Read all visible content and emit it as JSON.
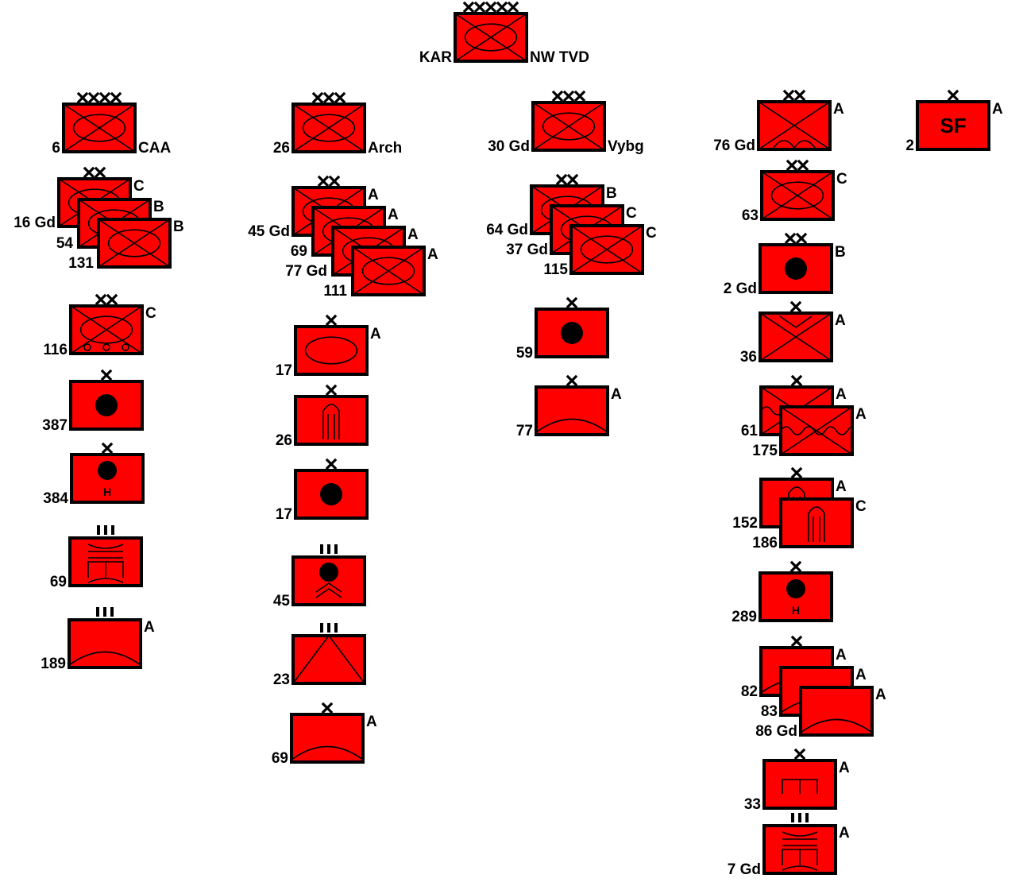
{
  "colors": {
    "fill": "#ff0000",
    "stroke": "#000000"
  },
  "units": [
    {
      "id": "kar",
      "name": "KAR",
      "right": "NW TVD",
      "echelon": "xxxxx",
      "type": "motor-rifle"
    },
    {
      "id": "6caa",
      "name": "6",
      "right": "CAA",
      "echelon": "xxxx",
      "type": "motor-rifle"
    },
    {
      "id": "16gd",
      "name": "16 Gd",
      "right": "C",
      "echelon": "xx",
      "type": "motor-rifle"
    },
    {
      "id": "54",
      "name": "54",
      "right": "B",
      "echelon": "",
      "type": "motor-rifle"
    },
    {
      "id": "131",
      "name": "131",
      "right": "B",
      "echelon": "",
      "type": "motor-rifle"
    },
    {
      "id": "116",
      "name": "116",
      "right": "C",
      "echelon": "xx",
      "type": "machine-gun-artillery"
    },
    {
      "id": "387",
      "name": "387",
      "right": "",
      "echelon": "x",
      "type": "artillery"
    },
    {
      "id": "384",
      "name": "384",
      "right": "",
      "echelon": "x",
      "type": "artillery-howitzer",
      "symbol_text": "H"
    },
    {
      "id": "69eng",
      "name": "69",
      "right": "",
      "echelon": "III",
      "type": "pontoon-bridge"
    },
    {
      "id": "189",
      "name": "189",
      "right": "A",
      "echelon": "III",
      "type": "air-defense"
    },
    {
      "id": "26arch",
      "name": "26",
      "right": "Arch",
      "echelon": "xxx",
      "type": "motor-rifle"
    },
    {
      "id": "45gd",
      "name": "45 Gd",
      "right": "A",
      "echelon": "xx",
      "type": "motor-rifle"
    },
    {
      "id": "69mr",
      "name": "69",
      "right": "A",
      "echelon": "",
      "type": "motor-rifle"
    },
    {
      "id": "77gd",
      "name": "77 Gd",
      "right": "A",
      "echelon": "",
      "type": "motor-rifle"
    },
    {
      "id": "111",
      "name": "111",
      "right": "A",
      "echelon": "",
      "type": "motor-rifle"
    },
    {
      "id": "17tk",
      "name": "17",
      "right": "A",
      "echelon": "x",
      "type": "tank"
    },
    {
      "id": "26msl",
      "name": "26",
      "right": "",
      "echelon": "x",
      "type": "missile"
    },
    {
      "id": "17art",
      "name": "17",
      "right": "",
      "echelon": "x",
      "type": "artillery"
    },
    {
      "id": "45rkt",
      "name": "45",
      "right": "",
      "echelon": "III",
      "type": "rocket-artillery"
    },
    {
      "id": "23",
      "name": "23",
      "right": "",
      "echelon": "III",
      "type": "signal"
    },
    {
      "id": "69ad",
      "name": "69",
      "right": "A",
      "echelon": "x",
      "type": "air-defense"
    },
    {
      "id": "30gd",
      "name": "30 Gd",
      "right": "Vybg",
      "echelon": "xxx",
      "type": "motor-rifle"
    },
    {
      "id": "64gd",
      "name": "64 Gd",
      "right": "B",
      "echelon": "xx",
      "type": "motor-rifle"
    },
    {
      "id": "37gd",
      "name": "37 Gd",
      "right": "C",
      "echelon": "",
      "type": "motor-rifle"
    },
    {
      "id": "115",
      "name": "115",
      "right": "C",
      "echelon": "",
      "type": "motor-rifle"
    },
    {
      "id": "59",
      "name": "59",
      "right": "",
      "echelon": "x",
      "type": "artillery"
    },
    {
      "id": "77ad",
      "name": "77",
      "right": "A",
      "echelon": "x",
      "type": "air-defense"
    },
    {
      "id": "76gd",
      "name": "76 Gd",
      "right": "A",
      "echelon": "xx",
      "type": "airborne"
    },
    {
      "id": "63",
      "name": "63",
      "right": "C",
      "echelon": "xx",
      "type": "motor-rifle"
    },
    {
      "id": "2gd",
      "name": "2 Gd",
      "right": "B",
      "echelon": "xx",
      "type": "artillery"
    },
    {
      "id": "36",
      "name": "36",
      "right": "A",
      "echelon": "x",
      "type": "air-assault"
    },
    {
      "id": "61",
      "name": "61",
      "right": "A",
      "echelon": "x",
      "type": "naval-infantry"
    },
    {
      "id": "175",
      "name": "175",
      "right": "A",
      "echelon": "",
      "type": "naval-infantry"
    },
    {
      "id": "152",
      "name": "152",
      "right": "A",
      "echelon": "x",
      "type": "missile"
    },
    {
      "id": "186",
      "name": "186",
      "right": "C",
      "echelon": "",
      "type": "missile"
    },
    {
      "id": "289",
      "name": "289",
      "right": "",
      "echelon": "x",
      "type": "artillery-howitzer",
      "symbol_text": "H"
    },
    {
      "id": "82",
      "name": "82",
      "right": "A",
      "echelon": "x",
      "type": "air-defense"
    },
    {
      "id": "83",
      "name": "83",
      "right": "A",
      "echelon": "",
      "type": "air-defense"
    },
    {
      "id": "86gd",
      "name": "86 Gd",
      "right": "A",
      "echelon": "",
      "type": "air-defense"
    },
    {
      "id": "33",
      "name": "33",
      "right": "A",
      "echelon": "x",
      "type": "engineer"
    },
    {
      "id": "7gd",
      "name": "7 Gd",
      "right": "A",
      "echelon": "III",
      "type": "pontoon-bridge"
    },
    {
      "id": "2sf",
      "name": "2",
      "right": "A",
      "echelon": "x",
      "type": "special-forces",
      "symbol_text": "SF"
    }
  ]
}
